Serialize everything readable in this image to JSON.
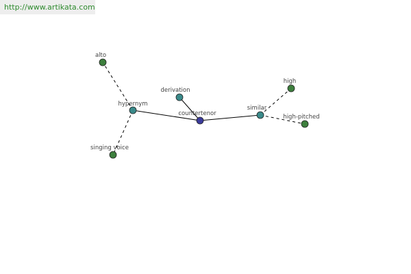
{
  "banner": {
    "url": "http://www.artikata.com"
  },
  "colors": {
    "center_node": "#3b3b9c",
    "relation_node": "#3a8a8a",
    "leaf_node": "#3d7f3d",
    "node_outline": "#222222",
    "edge": "#000000"
  },
  "graph": {
    "nodes": [
      {
        "id": "countertenor",
        "label": "countertenor",
        "kind": "center"
      },
      {
        "id": "hypernym",
        "label": "hypernym",
        "kind": "relation"
      },
      {
        "id": "derivation",
        "label": "derivation",
        "kind": "relation"
      },
      {
        "id": "similar",
        "label": "similar",
        "kind": "relation"
      },
      {
        "id": "alto",
        "label": "alto",
        "kind": "leaf"
      },
      {
        "id": "singing-voice",
        "label": "singing voice",
        "kind": "leaf"
      },
      {
        "id": "high",
        "label": "high",
        "kind": "leaf"
      },
      {
        "id": "high-pitched",
        "label": "high-pitched",
        "kind": "leaf"
      }
    ],
    "edges": [
      {
        "from": "countertenor",
        "to": "hypernym",
        "style": "solid"
      },
      {
        "from": "countertenor",
        "to": "derivation",
        "style": "solid"
      },
      {
        "from": "countertenor",
        "to": "similar",
        "style": "solid"
      },
      {
        "from": "hypernym",
        "to": "alto",
        "style": "dashed"
      },
      {
        "from": "hypernym",
        "to": "singing-voice",
        "style": "dashed"
      },
      {
        "from": "similar",
        "to": "high",
        "style": "dashed"
      },
      {
        "from": "similar",
        "to": "high-pitched",
        "style": "dashed"
      }
    ]
  }
}
